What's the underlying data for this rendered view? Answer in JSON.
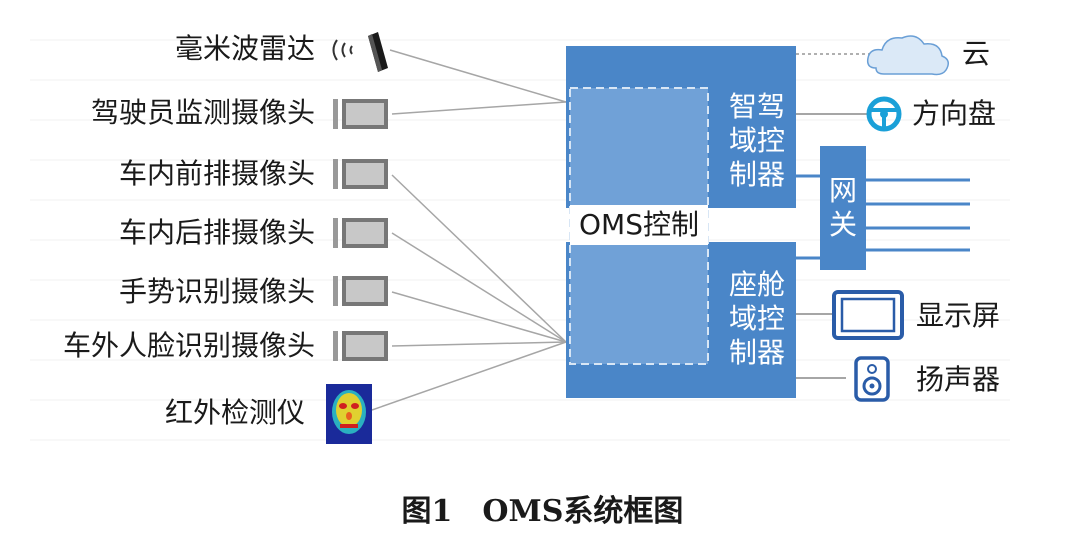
{
  "inputs": [
    {
      "label": "毫米波雷达",
      "icon": "radar-icon"
    },
    {
      "label": "驾驶员监测摄像头",
      "icon": "camera-icon"
    },
    {
      "label": "车内前排摄像头",
      "icon": "camera-icon"
    },
    {
      "label": "车内后排摄像头",
      "icon": "camera-icon"
    },
    {
      "label": "手势识别摄像头",
      "icon": "camera-icon"
    },
    {
      "label": "车外人脸识别摄像头",
      "icon": "camera-icon"
    },
    {
      "label": "红外检测仪",
      "icon": "thermal-face-icon"
    }
  ],
  "center": {
    "oms_label": "OMS控制",
    "smart_driving": [
      "智驾",
      "域控",
      "制器"
    ],
    "cockpit": [
      "座舱",
      "域控",
      "制器"
    ],
    "gateway": [
      "网",
      "关"
    ]
  },
  "outputs": {
    "cloud": "云",
    "steering": "方向盘",
    "display": "显示屏",
    "speaker": "扬声器"
  },
  "caption": "图1　OMS系统框图",
  "colors": {
    "box": "#4a86c8",
    "box_light": "#6a9fd6",
    "line": "#a6a6a6",
    "icon_blue": "#2a5ca8"
  }
}
